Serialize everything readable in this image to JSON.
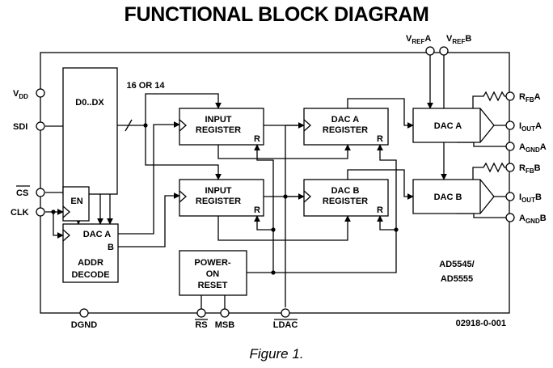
{
  "title": "FUNCTIONAL BLOCK DIAGRAM",
  "caption": "Figure 1.",
  "part_number": "AD5545/",
  "part_number_2": "AD5555",
  "figure_code": "02918-0-001",
  "bus_width_label": "16 OR 14",
  "pins": {
    "vdd": {
      "main": "V",
      "sub": "DD"
    },
    "sdi": "SDI",
    "cs": "CS",
    "clk": "CLK",
    "dgnd": "DGND",
    "rs": "RS",
    "msb": "MSB",
    "ldac": "LDAC",
    "vrefa": {
      "main": "V",
      "sub": "REF",
      "tail": "A"
    },
    "vrefb": {
      "main": "V",
      "sub": "REF",
      "tail": "B"
    },
    "rfba": {
      "main": "R",
      "sub": "FB",
      "tail": "A"
    },
    "iouta": {
      "main": "I",
      "sub": "OUT",
      "tail": "A"
    },
    "agnda": {
      "main": "A",
      "sub": "GND",
      "tail": "A"
    },
    "rfbb": {
      "main": "R",
      "sub": "FB",
      "tail": "B"
    },
    "ioutb": {
      "main": "I",
      "sub": "OUT",
      "tail": "B"
    },
    "agndb": {
      "main": "A",
      "sub": "GND",
      "tail": "B"
    }
  },
  "blocks": {
    "shift_register": "D0..DX",
    "enable": "EN",
    "addr_decode": {
      "dac_a": "DAC A",
      "b": "B",
      "line1": "ADDR",
      "line2": "DECODE"
    },
    "input_reg_a": {
      "line1": "INPUT",
      "line2": "REGISTER",
      "reset": "R"
    },
    "input_reg_b": {
      "line1": "INPUT",
      "line2": "REGISTER",
      "reset": "R"
    },
    "dac_reg_a": {
      "line1": "DAC A",
      "line2": "REGISTER",
      "reset": "R"
    },
    "dac_reg_b": {
      "line1": "DAC B",
      "line2": "REGISTER",
      "reset": "R"
    },
    "power_on_reset": {
      "line1": "POWER-",
      "line2": "ON",
      "line3": "RESET"
    },
    "dac_a": "DAC A",
    "dac_b": "DAC B"
  }
}
